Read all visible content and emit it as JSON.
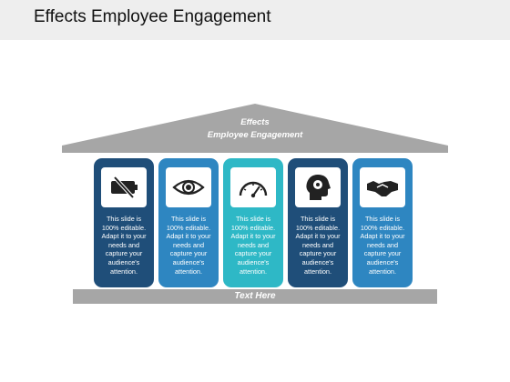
{
  "slide": {
    "title": "Effects Employee Engagement",
    "roof_label_line1": "Effects",
    "roof_label_line2": "Employee Engagement",
    "base_label": "Text Here"
  },
  "colors": {
    "roof": "#a6a6a6",
    "base": "#a6a6a6",
    "title_bar": "#eeeeee"
  },
  "pillars": [
    {
      "icon": "battery-crossed-icon",
      "color": "#1f4e79",
      "text": "This slide is 100% editable. Adapt it to your needs and capture your audience's attention."
    },
    {
      "icon": "eye-icon",
      "color": "#2e86c1",
      "text": "This slide is 100% editable. Adapt it to your needs and capture your audience's attention."
    },
    {
      "icon": "speedometer-icon",
      "color": "#2eb8c6",
      "text": "This slide is 100% editable. Adapt it to your needs and capture your audience's attention."
    },
    {
      "icon": "head-gear-icon",
      "color": "#1f4e79",
      "text": "This slide is 100% editable. Adapt it to your needs and capture your audience's attention."
    },
    {
      "icon": "handshake-icon",
      "color": "#2e86c1",
      "text": "This slide is 100% editable. Adapt it to your needs and capture your audience's attention."
    }
  ]
}
